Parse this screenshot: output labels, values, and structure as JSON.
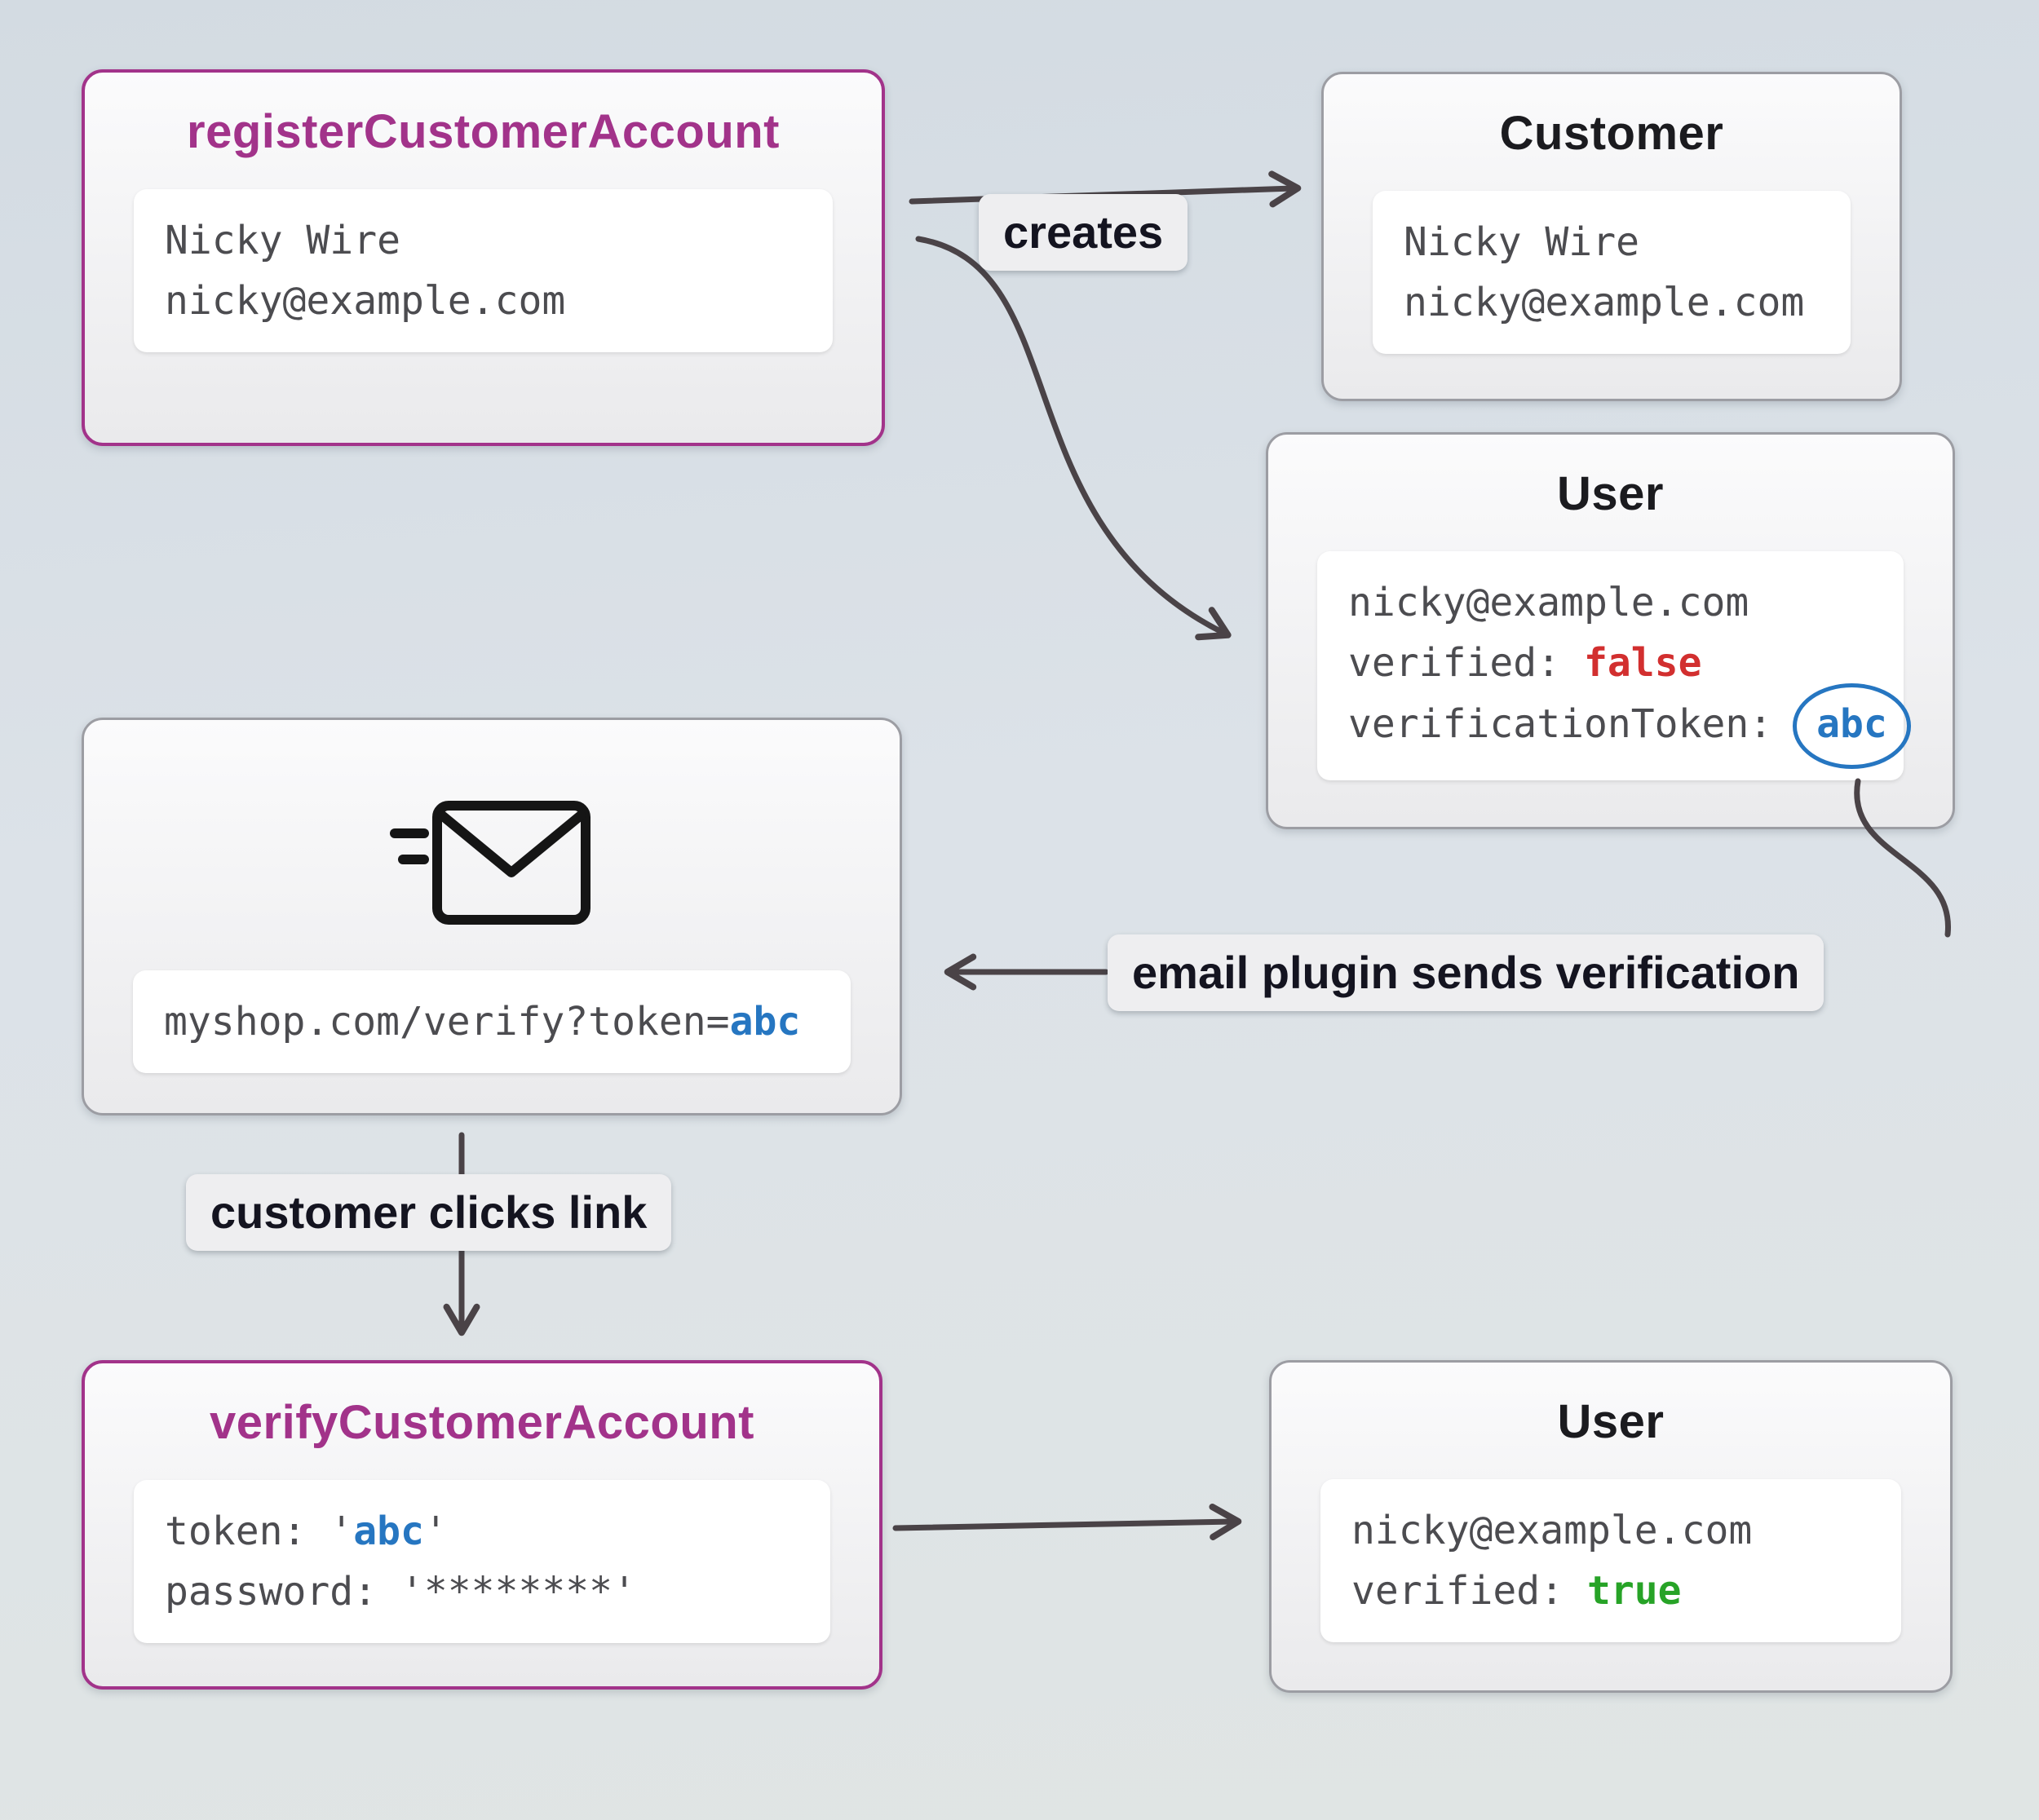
{
  "diagram": {
    "register": {
      "title": "registerCustomerAccount",
      "line1": "Nicky Wire",
      "line2": "nicky@example.com"
    },
    "customer": {
      "title": "Customer",
      "line1": "Nicky Wire",
      "line2": "nicky@example.com"
    },
    "user_unverified": {
      "title": "User",
      "email": "nicky@example.com",
      "verified_label": "verified: ",
      "verified_value": "false",
      "token_label": "verificationToken: ",
      "token_value": "abc"
    },
    "email_message": {
      "url_prefix": "myshop.com/verify?token=",
      "token": "abc"
    },
    "verify": {
      "title": "verifyCustomerAccount",
      "token_label": "token: ",
      "quote": "'",
      "token_value": "abc",
      "password_label": "password: ",
      "password_value": "'********'"
    },
    "user_verified": {
      "title": "User",
      "email": "nicky@example.com",
      "verified_label": "verified: ",
      "verified_value": "true"
    },
    "edge_labels": {
      "creates": "creates",
      "email_plugin": "email plugin sends verification",
      "customer_clicks": "customer clicks link"
    }
  },
  "icons": {
    "email_send": "envelope-with-speed-lines"
  },
  "colors": {
    "accent_purple": "#a2338a",
    "value_red": "#d22f2f",
    "value_blue": "#2676c1",
    "value_green": "#27a327",
    "arrow": "#4a4347"
  }
}
